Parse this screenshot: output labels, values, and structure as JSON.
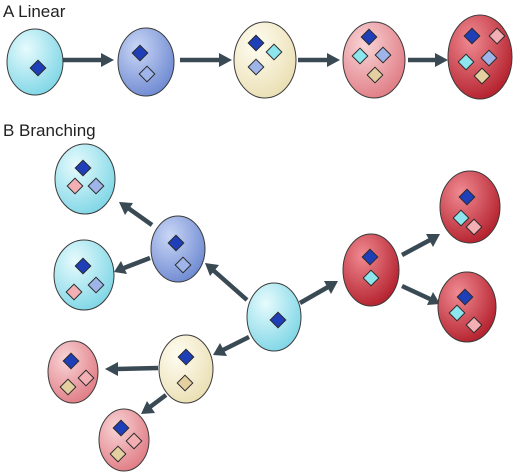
{
  "panels": {
    "linear": {
      "label": "A  Linear"
    },
    "branching": {
      "label": "B  Branching"
    }
  },
  "colors": {
    "arrow": "#3a4a55",
    "cell_cyan": "#9fe3ef",
    "cell_blue": "#8ea7e0",
    "cell_cream": "#f4ecc8",
    "cell_pink": "#eea0a4",
    "cell_red": "#cf4650",
    "mark_darkblue": "#1f3fb8",
    "mark_lightblue": "#9fb4e8",
    "mark_cyan": "#8de6ee",
    "mark_tan": "#e3cfa0",
    "mark_pink": "#f2b0b4"
  },
  "marker_legend": [
    "darkblue",
    "lightblue",
    "cyan",
    "tan",
    "pink"
  ]
}
